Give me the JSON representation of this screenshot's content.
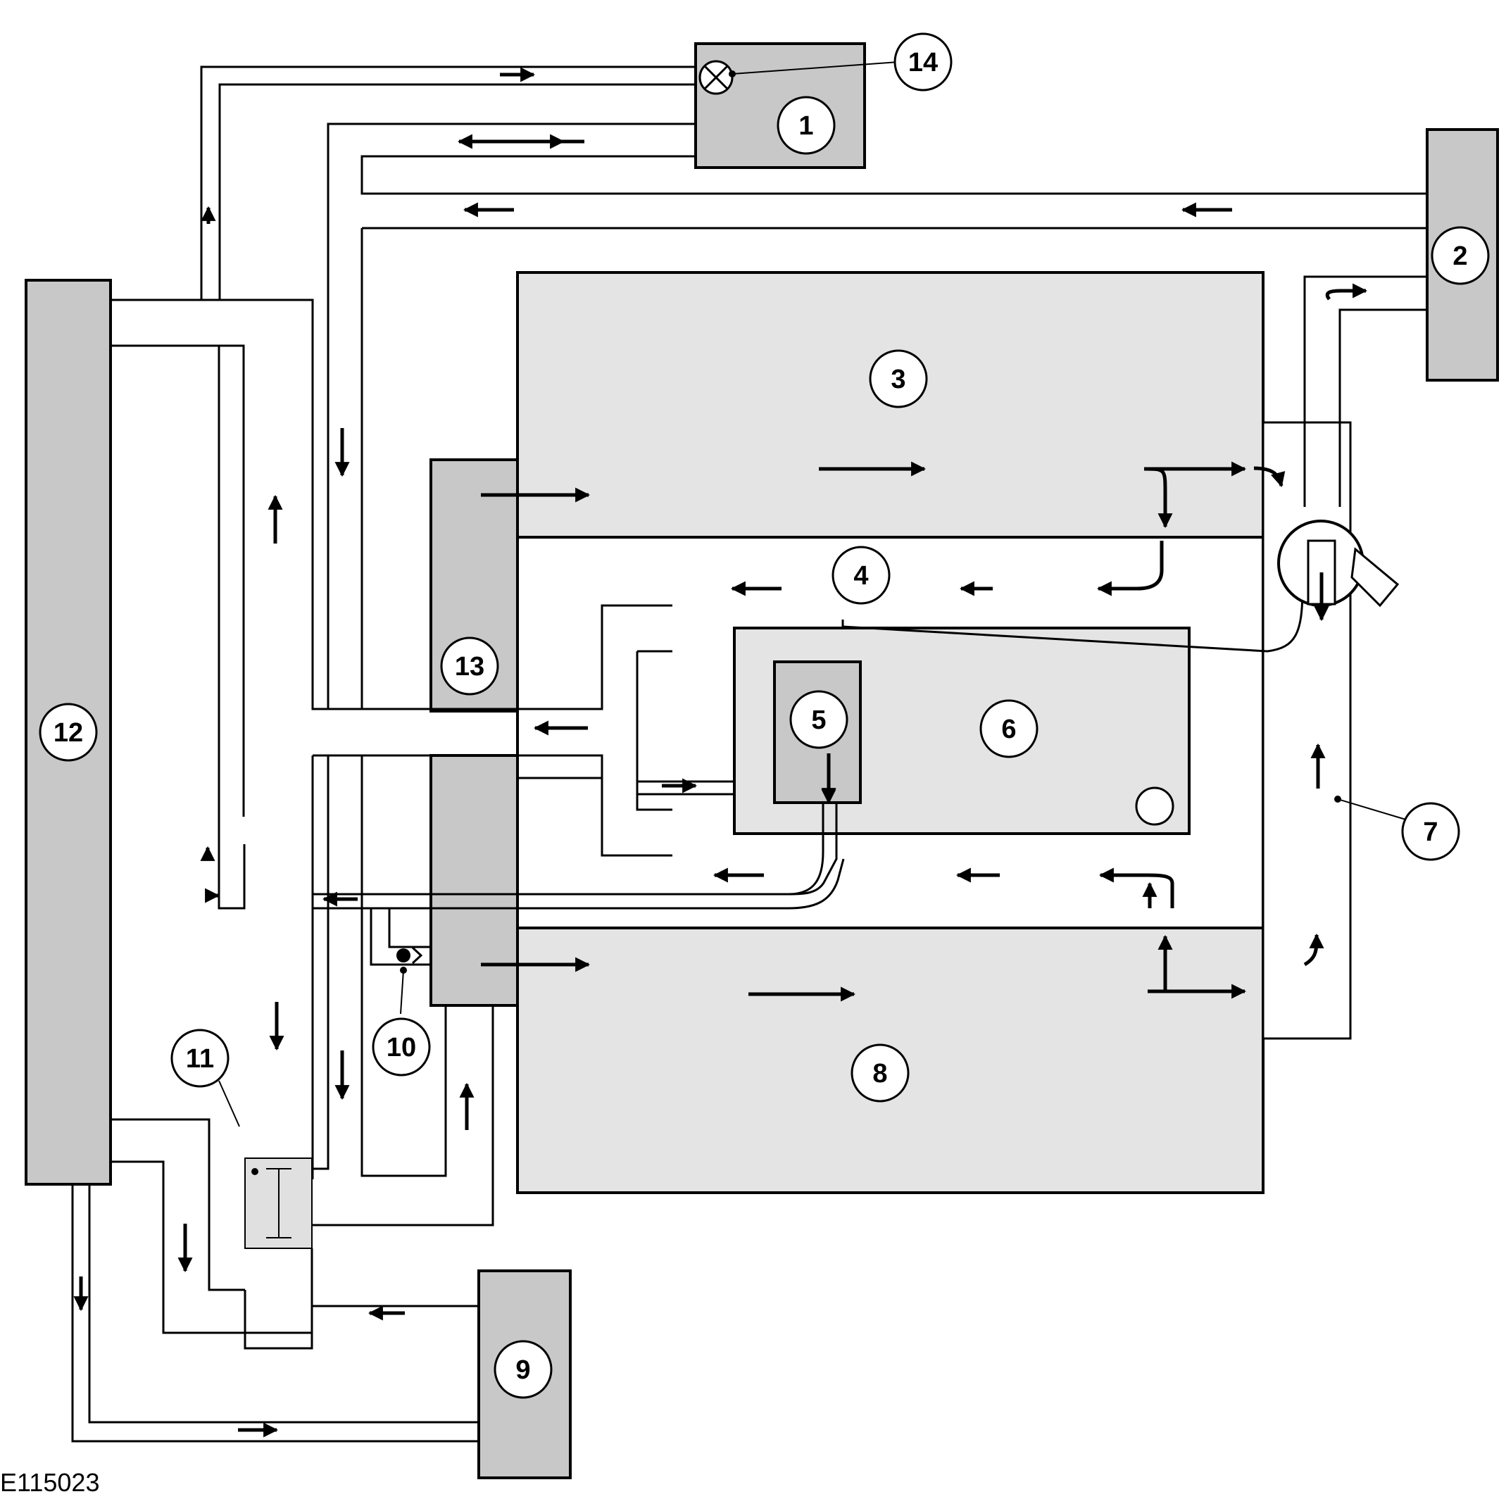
{
  "figure_id": "E115023",
  "colors": {
    "line": "#000000",
    "component_dark": "#c8c8c8",
    "component_light": "#e4e4e4",
    "thermostat": "#e0e0e0",
    "background": "#ffffff"
  },
  "callouts": [
    {
      "id": "c1",
      "label": "1"
    },
    {
      "id": "c2",
      "label": "2"
    },
    {
      "id": "c3",
      "label": "3"
    },
    {
      "id": "c4",
      "label": "4"
    },
    {
      "id": "c5",
      "label": "5"
    },
    {
      "id": "c6",
      "label": "6"
    },
    {
      "id": "c7",
      "label": "7"
    },
    {
      "id": "c8",
      "label": "8"
    },
    {
      "id": "c9",
      "label": "9"
    },
    {
      "id": "c10",
      "label": "10"
    },
    {
      "id": "c11",
      "label": "11"
    },
    {
      "id": "c12",
      "label": "12"
    },
    {
      "id": "c13",
      "label": "13"
    },
    {
      "id": "c14",
      "label": "14"
    }
  ]
}
